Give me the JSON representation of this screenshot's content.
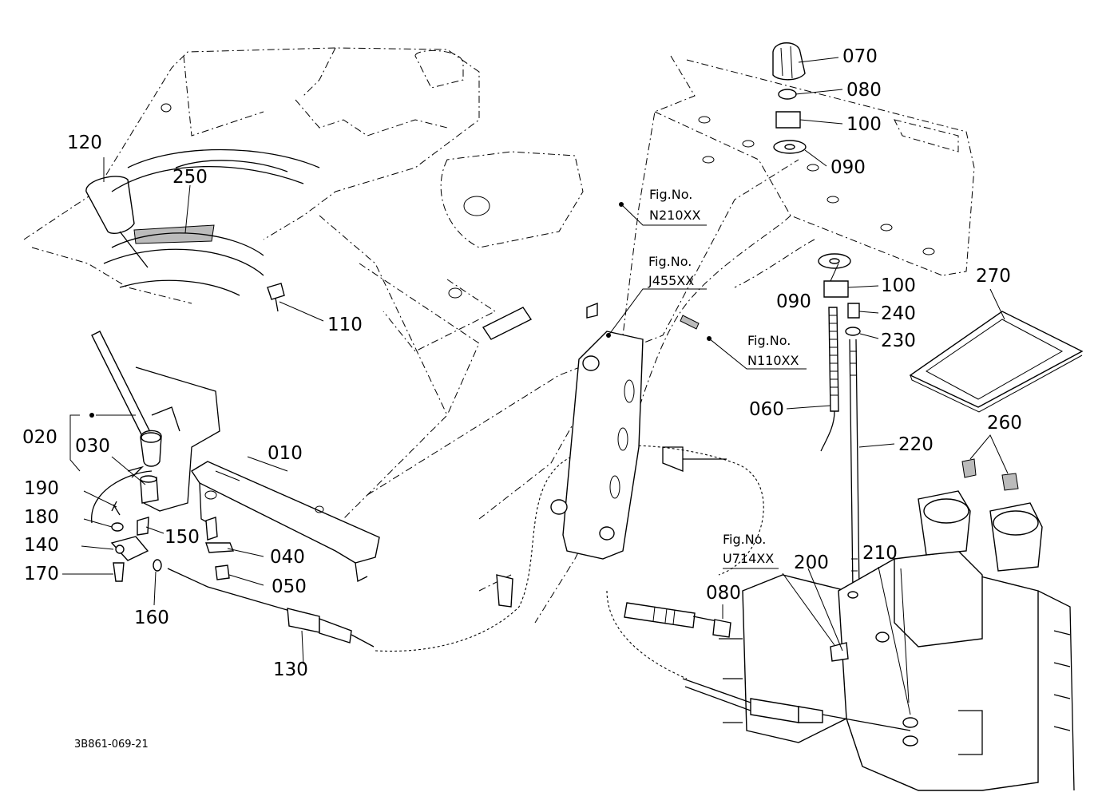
{
  "diagram": {
    "drawing_code": "3B861-069-21",
    "callouts": [
      {
        "id": "c-070",
        "label": "070"
      },
      {
        "id": "c-080a",
        "label": "080"
      },
      {
        "id": "c-100a",
        "label": "100"
      },
      {
        "id": "c-090a",
        "label": "090"
      },
      {
        "id": "c-090b",
        "label": "090"
      },
      {
        "id": "c-100b",
        "label": "100"
      },
      {
        "id": "c-240",
        "label": "240"
      },
      {
        "id": "c-230",
        "label": "230"
      },
      {
        "id": "c-270",
        "label": "270"
      },
      {
        "id": "c-060",
        "label": "060"
      },
      {
        "id": "c-220",
        "label": "220"
      },
      {
        "id": "c-260",
        "label": "260"
      },
      {
        "id": "c-200",
        "label": "200"
      },
      {
        "id": "c-210",
        "label": "210"
      },
      {
        "id": "c-080b",
        "label": "080"
      },
      {
        "id": "c-120",
        "label": "120"
      },
      {
        "id": "c-250",
        "label": "250"
      },
      {
        "id": "c-110",
        "label": "110"
      },
      {
        "id": "c-020",
        "label": "020"
      },
      {
        "id": "c-030",
        "label": "030"
      },
      {
        "id": "c-010",
        "label": "010"
      },
      {
        "id": "c-190",
        "label": "190"
      },
      {
        "id": "c-180",
        "label": "180"
      },
      {
        "id": "c-150",
        "label": "150"
      },
      {
        "id": "c-140",
        "label": "140"
      },
      {
        "id": "c-170",
        "label": "170"
      },
      {
        "id": "c-160",
        "label": "160"
      },
      {
        "id": "c-040",
        "label": "040"
      },
      {
        "id": "c-050",
        "label": "050"
      },
      {
        "id": "c-130",
        "label": "130"
      }
    ],
    "figure_refs": [
      {
        "id": "f-n210",
        "line1": "Fig.No.",
        "line2": "N210XX"
      },
      {
        "id": "f-j455",
        "line1": "Fig.No.",
        "line2": "J455XX"
      },
      {
        "id": "f-n110",
        "line1": "Fig.No.",
        "line2": "N110XX"
      },
      {
        "id": "f-u714",
        "line1": "Fig.No.",
        "line2": "U714XX"
      }
    ]
  }
}
